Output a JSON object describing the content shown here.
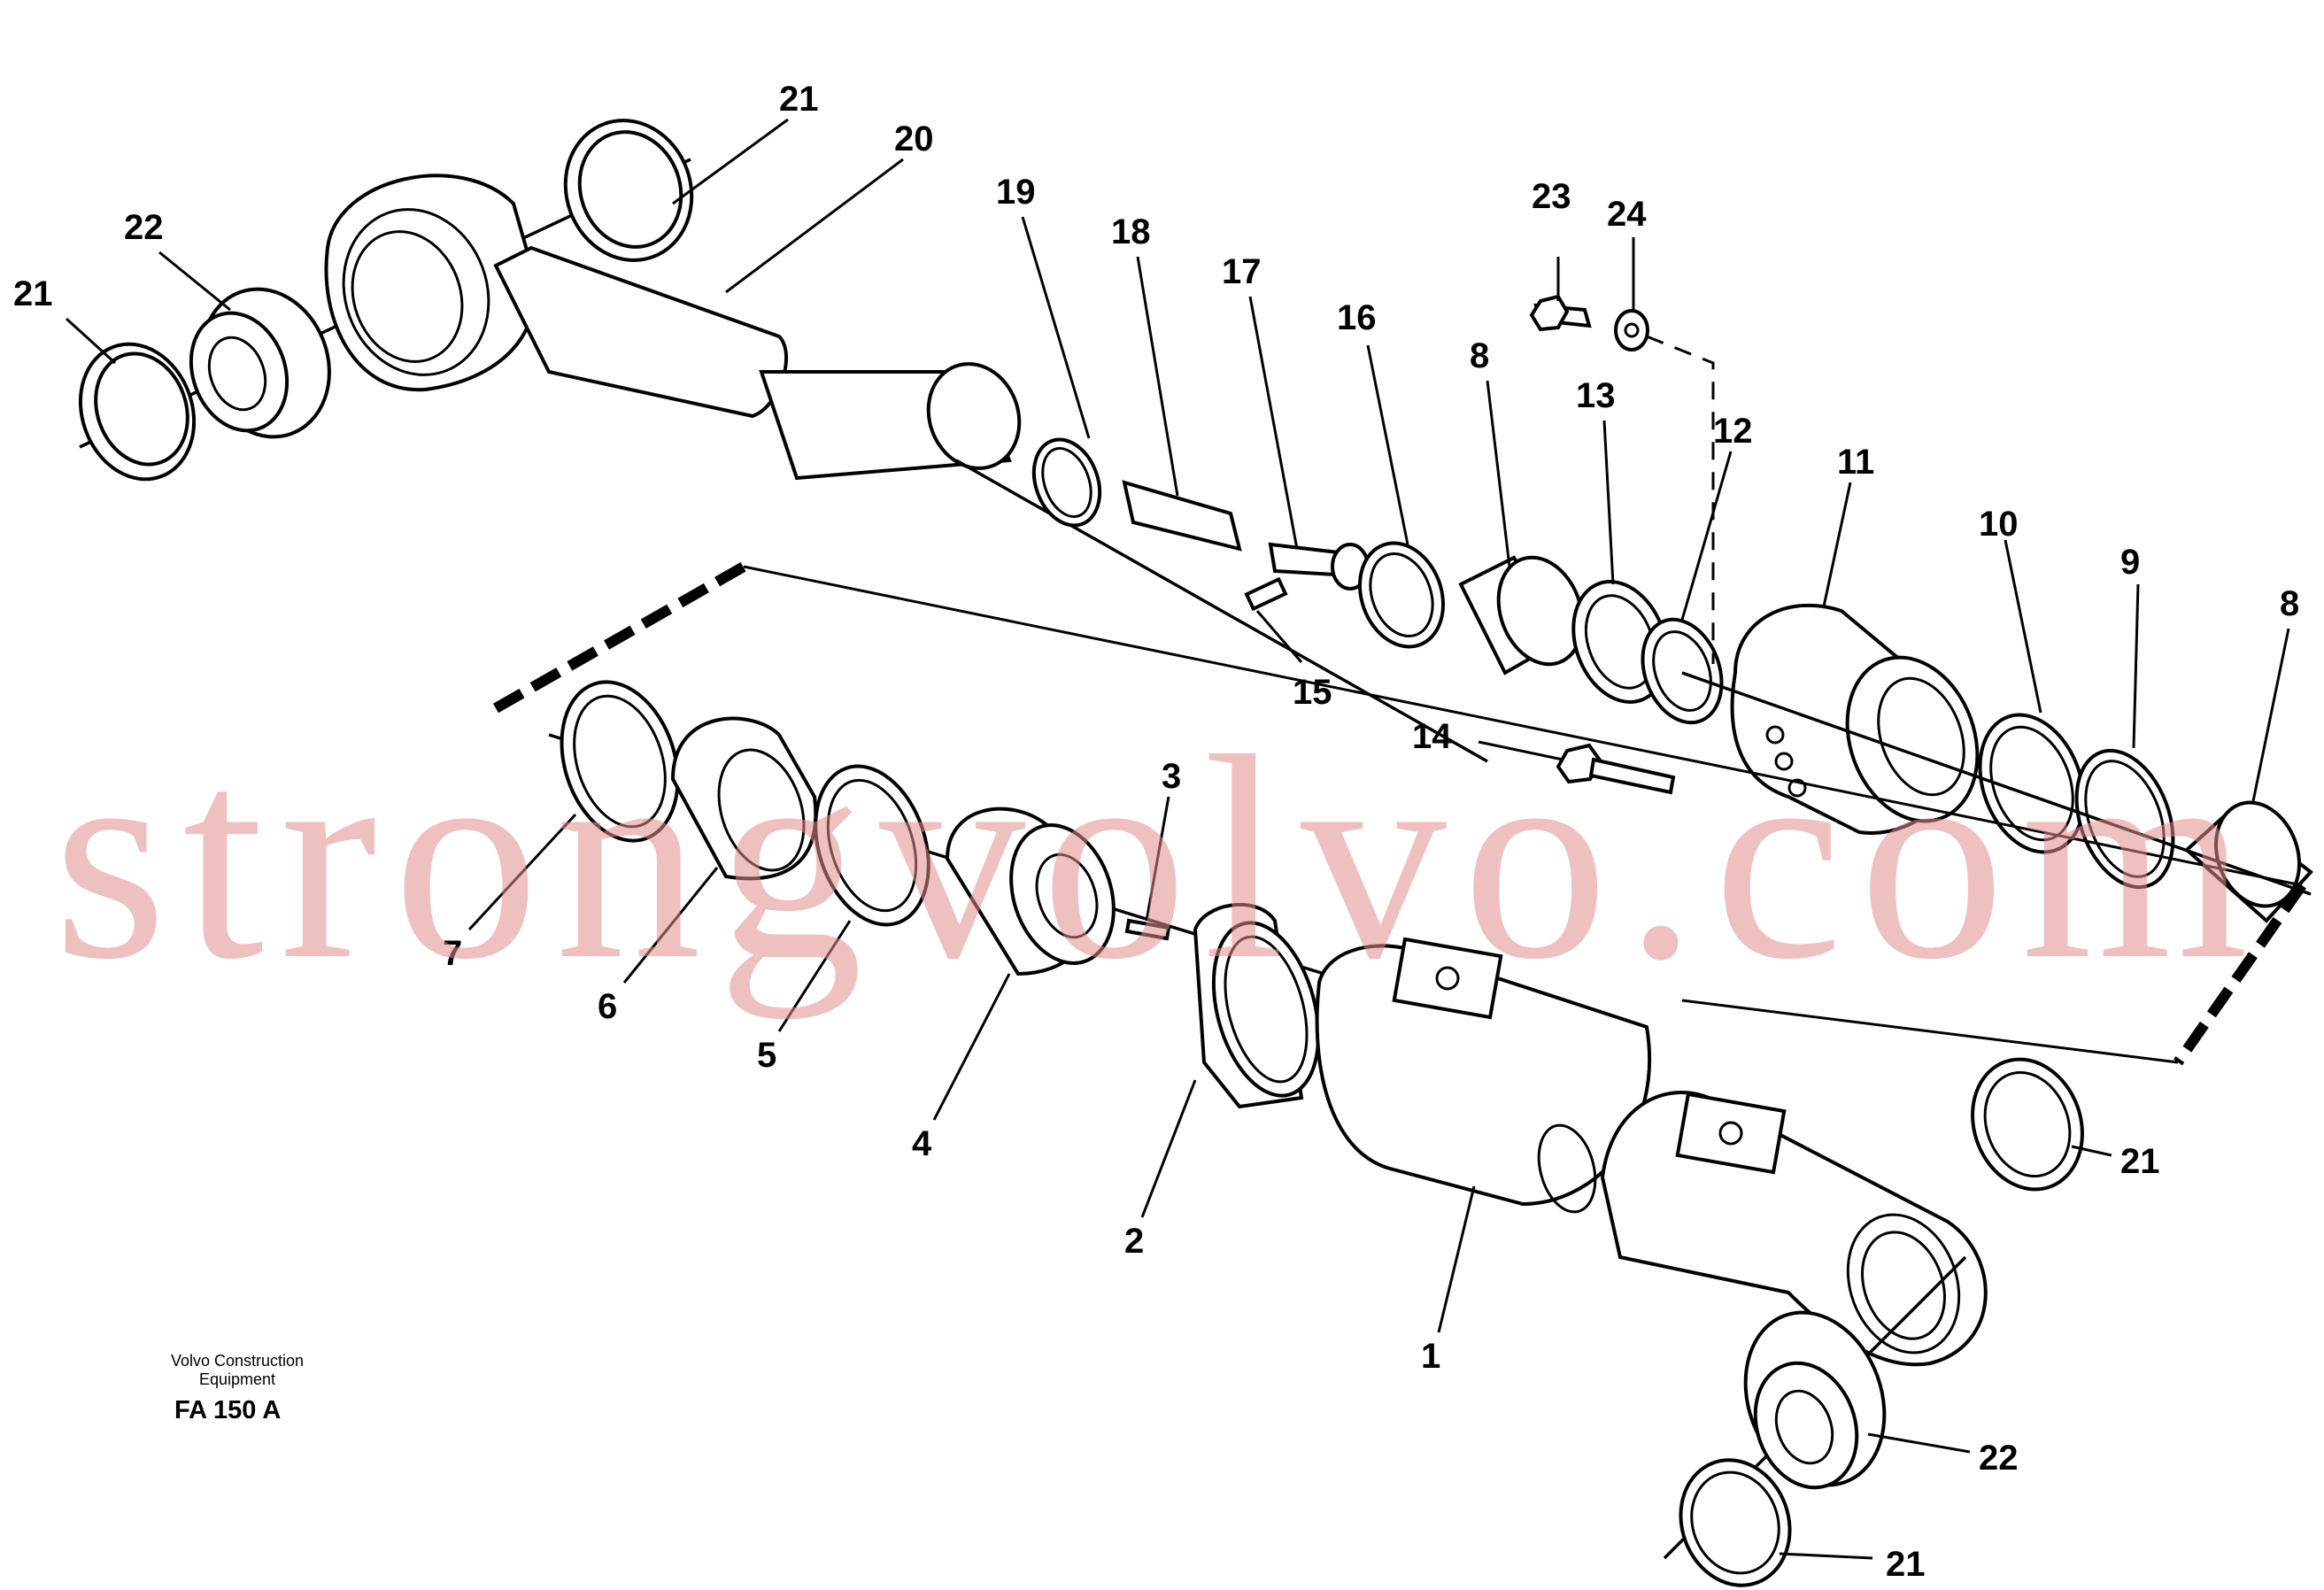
{
  "callouts": [
    {
      "id": "c21a",
      "label": "21"
    },
    {
      "id": "c20",
      "label": "20"
    },
    {
      "id": "c22a",
      "label": "22"
    },
    {
      "id": "c21b",
      "label": "21"
    },
    {
      "id": "c19",
      "label": "19"
    },
    {
      "id": "c18",
      "label": "18"
    },
    {
      "id": "c17",
      "label": "17"
    },
    {
      "id": "c16",
      "label": "16"
    },
    {
      "id": "c8a",
      "label": "8"
    },
    {
      "id": "c23",
      "label": "23"
    },
    {
      "id": "c24",
      "label": "24"
    },
    {
      "id": "c13",
      "label": "13"
    },
    {
      "id": "c12",
      "label": "12"
    },
    {
      "id": "c11",
      "label": "11"
    },
    {
      "id": "c10",
      "label": "10"
    },
    {
      "id": "c9",
      "label": "9"
    },
    {
      "id": "c8b",
      "label": "8"
    },
    {
      "id": "c15",
      "label": "15"
    },
    {
      "id": "c14",
      "label": "14"
    },
    {
      "id": "c3",
      "label": "3"
    },
    {
      "id": "c7",
      "label": "7"
    },
    {
      "id": "c6",
      "label": "6"
    },
    {
      "id": "c5",
      "label": "5"
    },
    {
      "id": "c4",
      "label": "4"
    },
    {
      "id": "c2",
      "label": "2"
    },
    {
      "id": "c1",
      "label": "1"
    },
    {
      "id": "c21c",
      "label": "21"
    },
    {
      "id": "c22b",
      "label": "22"
    },
    {
      "id": "c21d",
      "label": "21"
    }
  ],
  "footer": {
    "company_line1": "Volvo Construction",
    "company_line2": "Equipment",
    "figure_code": "FA 150 A"
  },
  "watermark": "strongvolvo.com",
  "colors": {
    "ink": "#000000",
    "watermark": "#e08c8c",
    "paper": "#ffffff"
  }
}
